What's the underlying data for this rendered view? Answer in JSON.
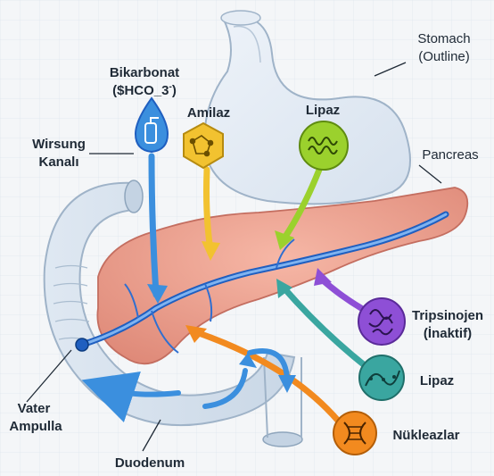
{
  "labels": {
    "bikarbonat_1": "Bikarbonat",
    "bikarbonat_2": "($HCO_3",
    "bikarbonat_sup": "-",
    "bikarbonat_close": ")",
    "amilaz": "Amilaz",
    "lipaz_top": "Lipaz",
    "stomach_1": "Stomach",
    "stomach_2": "(Outline)",
    "wirsung_1": "Wirsung",
    "wirsung_2": "Kanalı",
    "pancreas": "Pancreas",
    "tripsinojen_1": "Tripsinojen",
    "tripsinojen_2": "(İnaktif)",
    "lipaz_bottom": "Lipaz",
    "nukleazlar": "Nükleazlar",
    "vater_1": "Vater",
    "vater_2": "Ampulla",
    "duodenum": "Duodenum"
  },
  "colors": {
    "bikarbonat": "#3b8fde",
    "amilaz": "#f2c230",
    "lipaz_top": "#9bd12d",
    "tripsinojen": "#8e4fd6",
    "lipaz_bottom": "#3aa6a0",
    "nukleazlar": "#f28a1f",
    "pancreas": "#e89a8a",
    "duct": "#2f6fd0"
  },
  "icons": {
    "bikarbonat": "fire-extinguisher-icon",
    "amilaz": "molecule-icon",
    "lipaz_top": "wave-icon",
    "tripsinojen": "tangled-protein-icon",
    "lipaz_bottom": "helix-icon",
    "nukleazlar": "dna-icon"
  }
}
